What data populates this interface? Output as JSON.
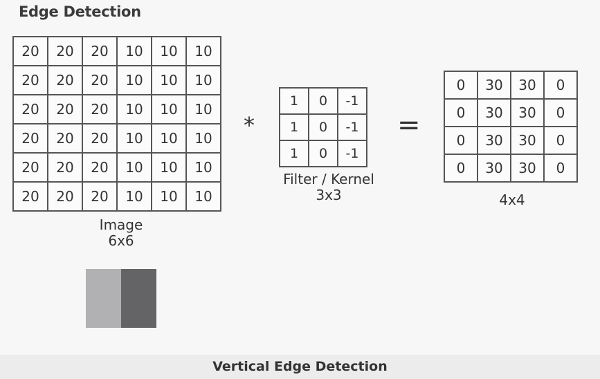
{
  "title": "Edge Detection",
  "image": {
    "rows": [
      [
        "20",
        "20",
        "20",
        "10",
        "10",
        "10"
      ],
      [
        "20",
        "20",
        "20",
        "10",
        "10",
        "10"
      ],
      [
        "20",
        "20",
        "20",
        "10",
        "10",
        "10"
      ],
      [
        "20",
        "20",
        "20",
        "10",
        "10",
        "10"
      ],
      [
        "20",
        "20",
        "20",
        "10",
        "10",
        "10"
      ],
      [
        "20",
        "20",
        "20",
        "10",
        "10",
        "10"
      ]
    ],
    "label": "Image",
    "size": "6x6"
  },
  "convolve_symbol": "*",
  "filter": {
    "rows": [
      [
        "1",
        "0",
        "-1"
      ],
      [
        "1",
        "0",
        "-1"
      ],
      [
        "1",
        "0",
        "-1"
      ]
    ],
    "label": "Filter / Kernel",
    "size": "3x3"
  },
  "equals_symbol": "=",
  "output": {
    "rows": [
      [
        "0",
        "30",
        "30",
        "0"
      ],
      [
        "0",
        "30",
        "30",
        "0"
      ],
      [
        "0",
        "30",
        "30",
        "0"
      ],
      [
        "0",
        "30",
        "30",
        "0"
      ]
    ],
    "size": "4x4"
  },
  "swatch_colors": {
    "light": "#b1b1b3",
    "dark": "#646466"
  },
  "caption": "Vertical Edge Detection"
}
